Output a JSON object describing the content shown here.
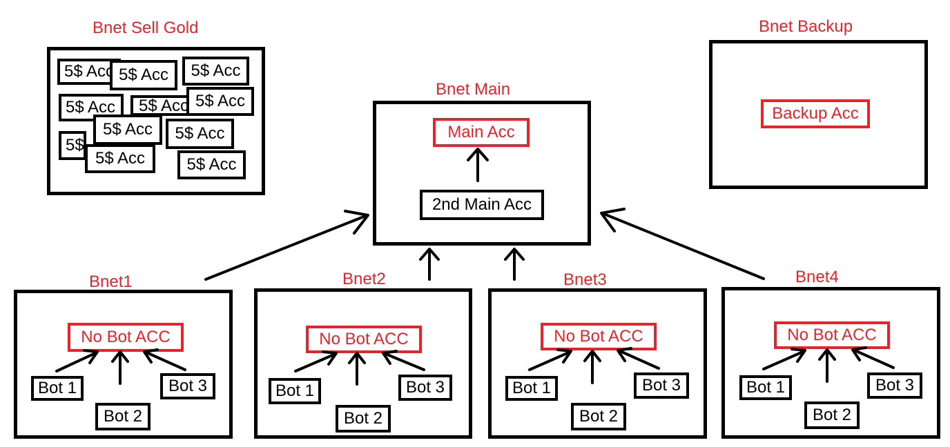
{
  "sell_gold": {
    "title": "Bnet Sell Gold",
    "accounts": [
      "5$ Acc",
      "5$ Acc",
      "5$ Acc",
      "5$ Acc",
      "5$ Acc",
      "5$ Acc",
      "5$ Acc",
      "5$ Acc",
      "5$ Acc",
      "5$ Acc"
    ]
  },
  "backup": {
    "title": "Bnet Backup",
    "account": "Backup Acc"
  },
  "main": {
    "title": "Bnet Main",
    "main_account": "Main Acc",
    "second_account": "2nd Main Acc"
  },
  "bnets": [
    {
      "title": "Bnet1",
      "no_bot": "No Bot ACC",
      "bots": [
        "Bot 1",
        "Bot 2",
        "Bot 3"
      ]
    },
    {
      "title": "Bnet2",
      "no_bot": "No Bot ACC",
      "bots": [
        "Bot 1",
        "Bot 2",
        "Bot 3"
      ]
    },
    {
      "title": "Bnet3",
      "no_bot": "No Bot ACC",
      "bots": [
        "Bot 1",
        "Bot 2",
        "Bot 3"
      ]
    },
    {
      "title": "Bnet4",
      "no_bot": "No Bot ACC",
      "bots": [
        "Bot 1",
        "Bot 2",
        "Bot 3"
      ]
    }
  ],
  "colors": {
    "accent_red": "#e8232a",
    "outline": "#000000"
  }
}
